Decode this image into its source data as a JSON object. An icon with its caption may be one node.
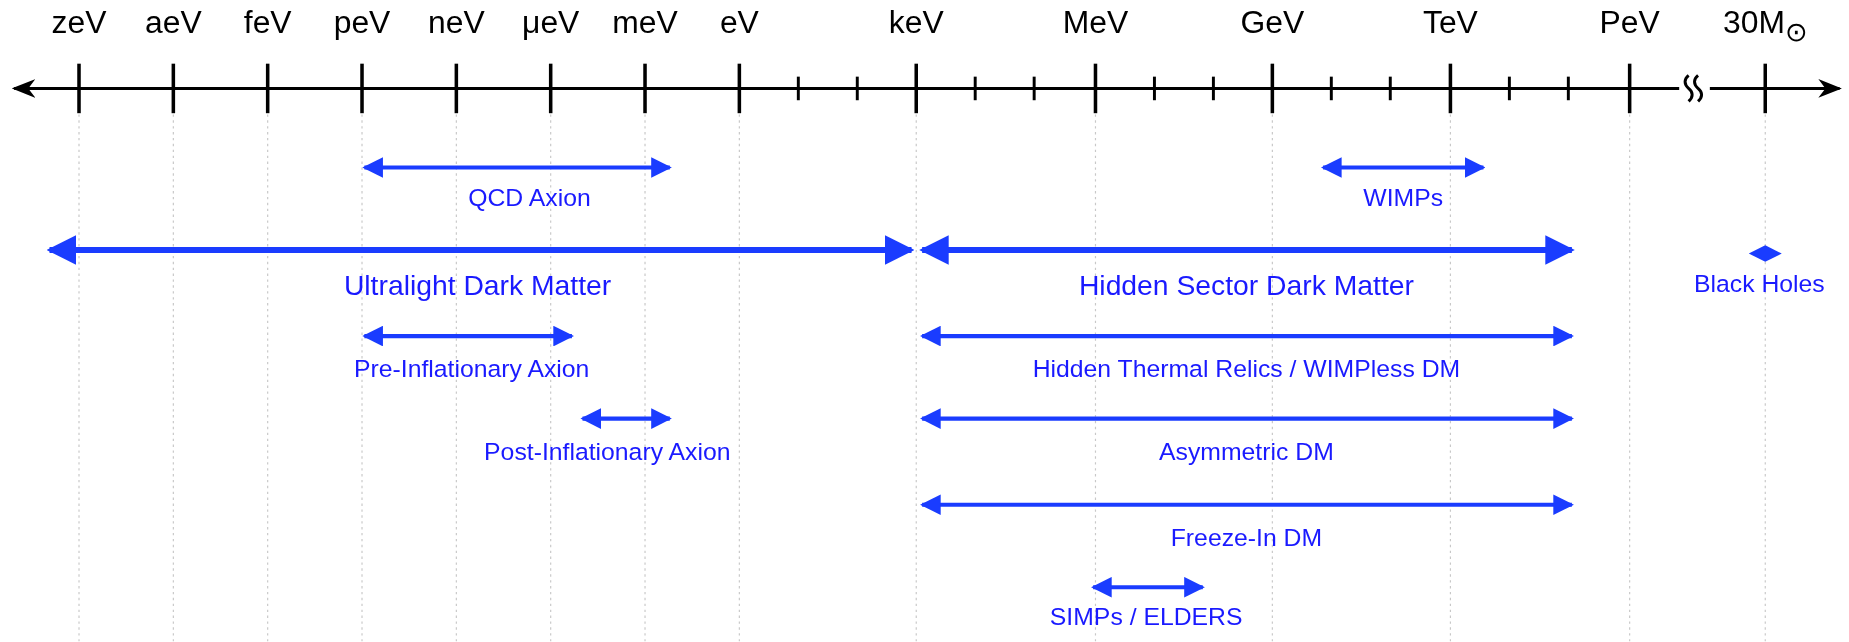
{
  "diagram": {
    "labels": [
      "zeV",
      "aeV",
      "feV",
      "peV",
      "neV",
      "μeV",
      "meV",
      "eV",
      "keV",
      "MeV",
      "GeV",
      "TeV",
      "PeV",
      "30M$_{⊙}$",
      "QCD Axion",
      "WIMPs",
      "Ultralight Dark Matter",
      "Hidden Sector Dark Matter",
      "Black Holes",
      "Pre-Inflationary Axion",
      "Hidden Thermal Relics / WIMPless DM",
      "Post-Inflationary Axion",
      "Asymmetric DM",
      "Freeze-In DM",
      "SIMPs / ELDERS"
    ]
  }
}
